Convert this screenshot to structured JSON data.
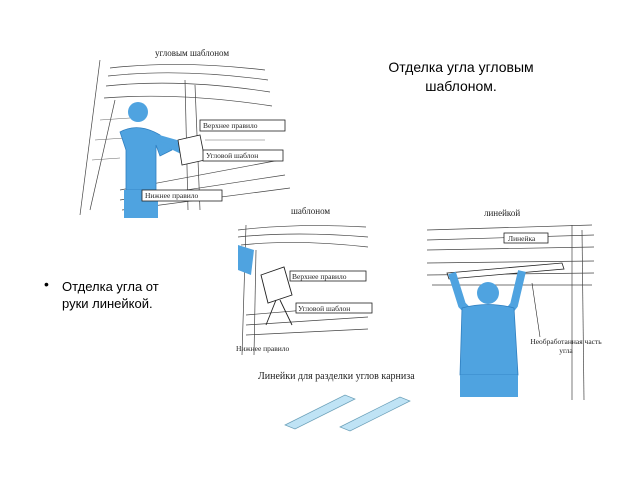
{
  "slide": {
    "title": "Отделка угла угловым шаблоном.",
    "bullet": "Отделка угла от руки линейкой."
  },
  "illustration_top": {
    "caption": "угловым шаблоном",
    "labels": [
      "Верхнее правило",
      "Угловой шаблон",
      "Нижнее правило"
    ]
  },
  "illustration_mid": {
    "caption": "шаблоном",
    "labels": [
      "Верхнее правило",
      "Угловой шаблон",
      "Нижнее правило"
    ]
  },
  "illustration_right": {
    "caption": "линейкой",
    "labels": [
      "Линейка",
      "Необработанная часть угла"
    ]
  },
  "illustration_bottom": {
    "caption": "Линейки для разделки углов карниза"
  },
  "colors": {
    "worker": "#4fa3e0",
    "worker_dark": "#2f7fc0",
    "ruler": "#bfe3f5"
  }
}
